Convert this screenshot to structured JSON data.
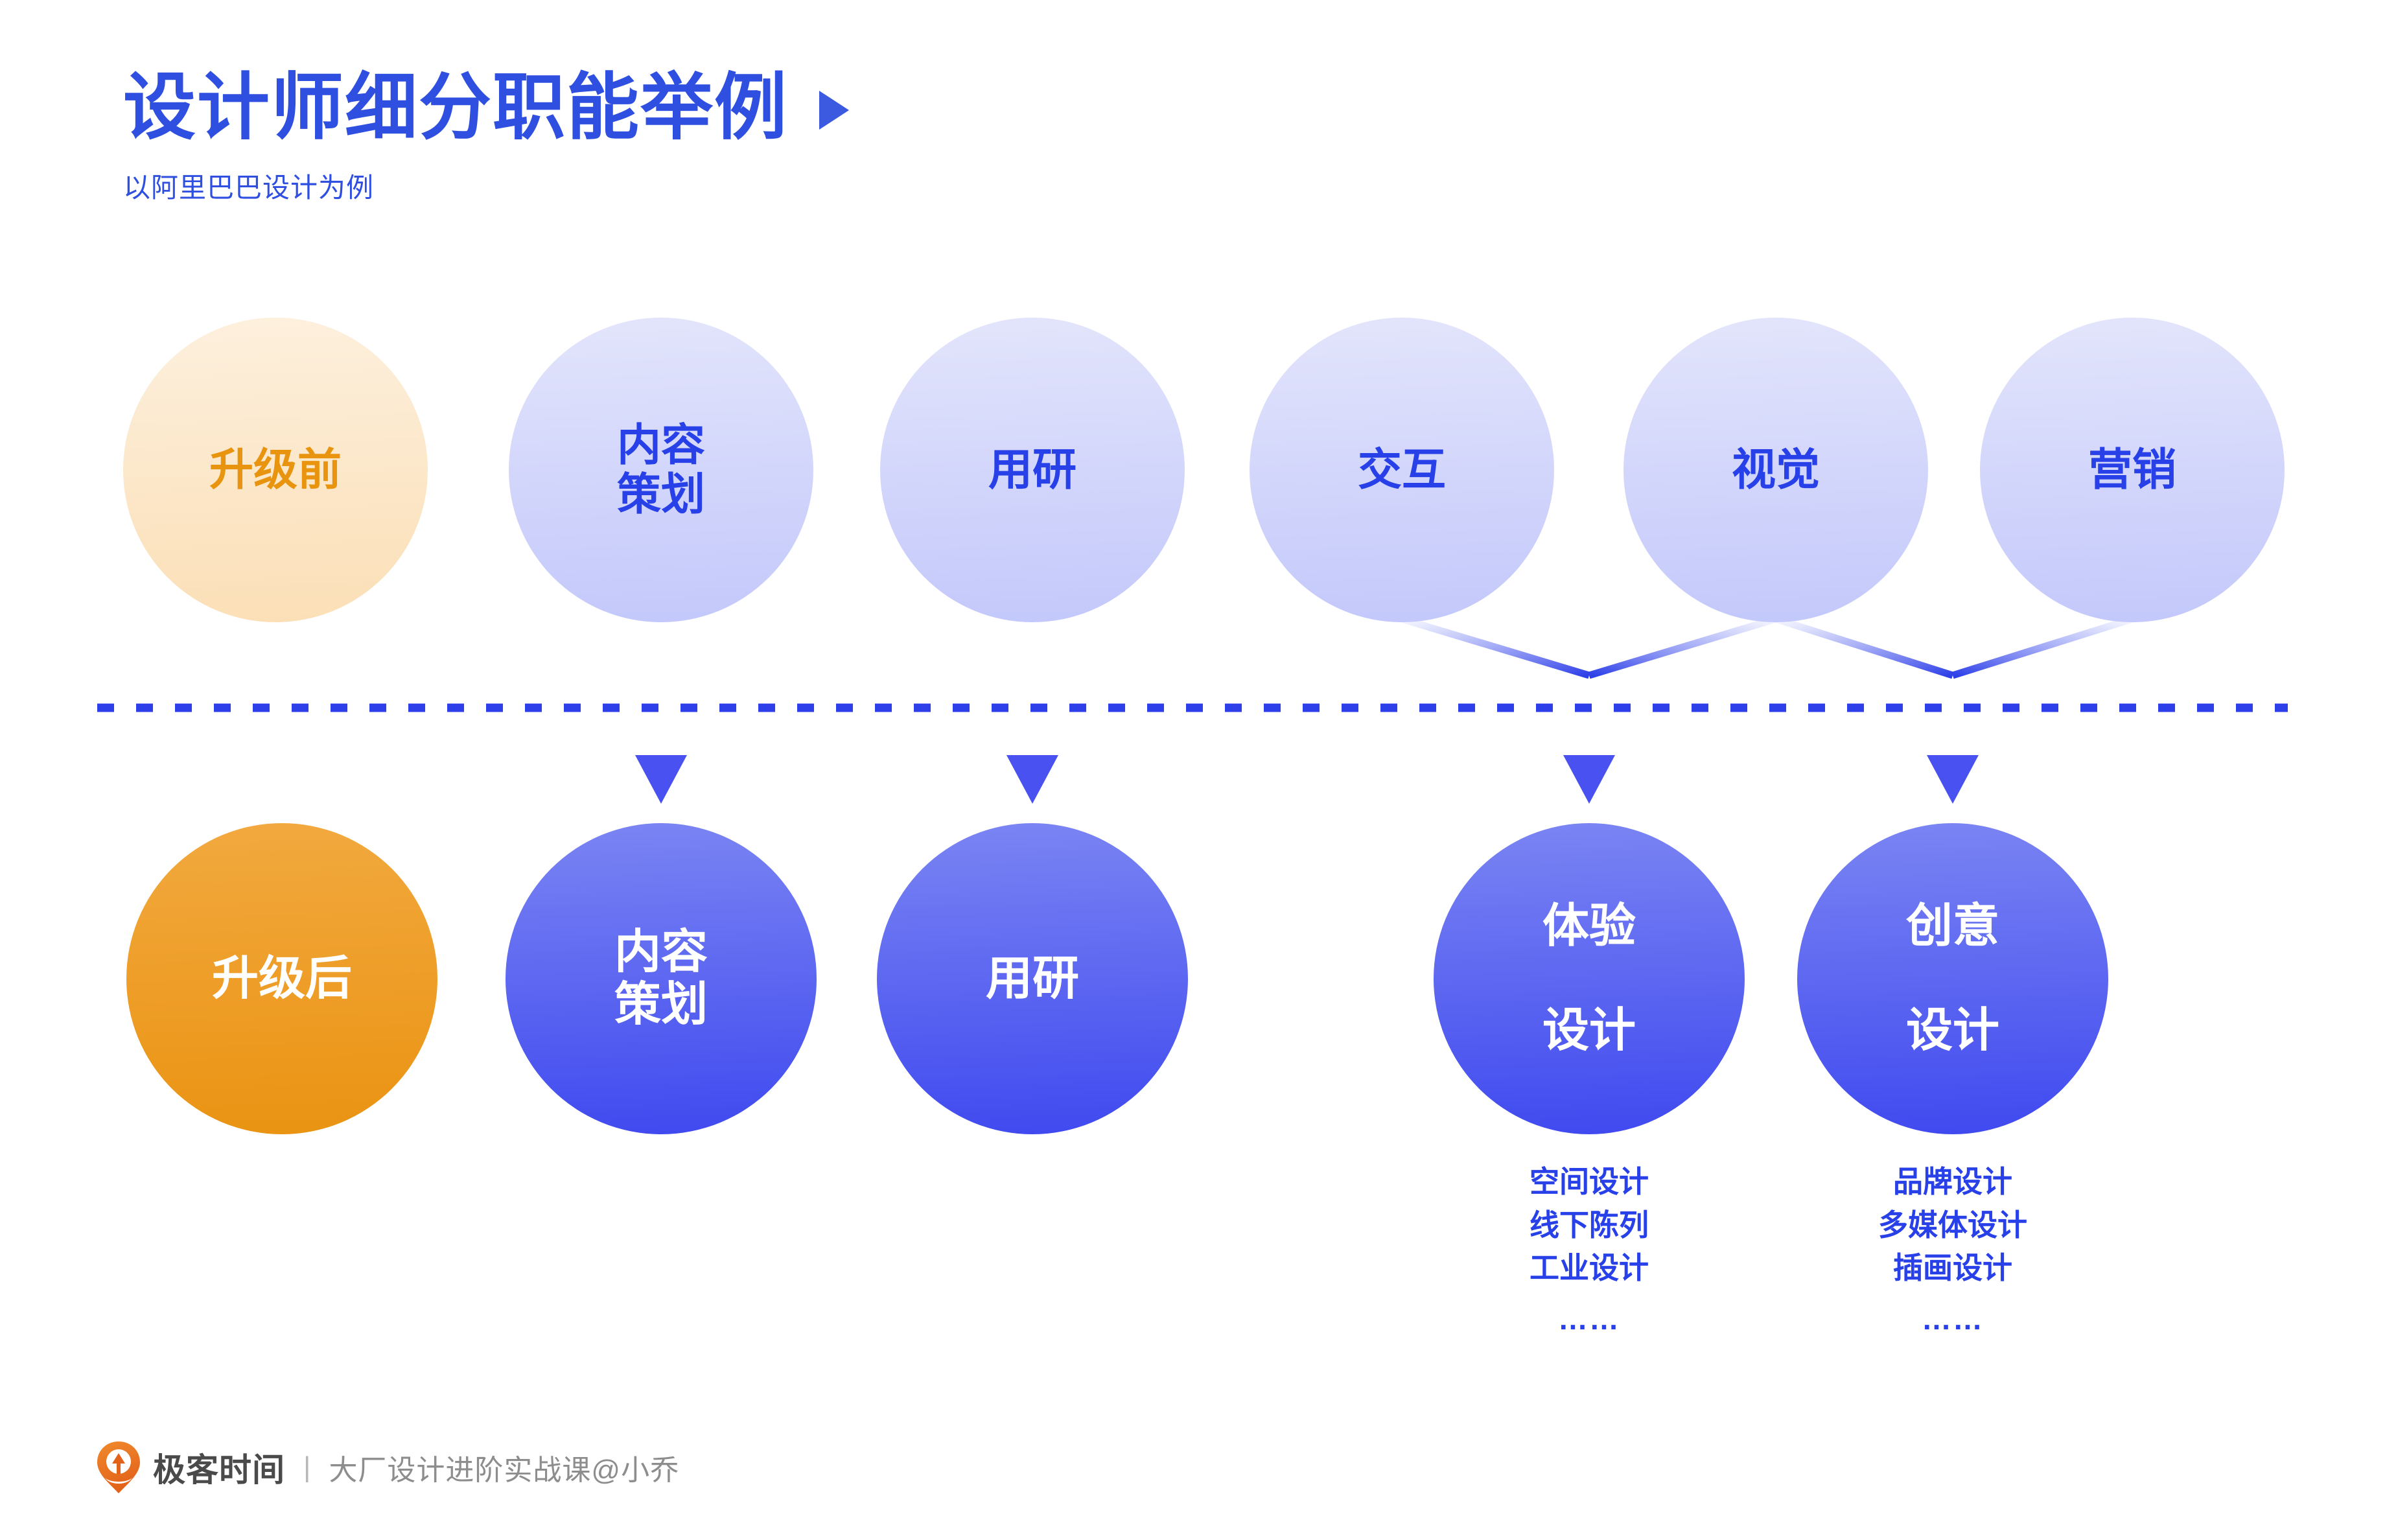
{
  "header": {
    "title": "设计师细分职能举例",
    "play_icon": "play-triangle-icon",
    "subtitle": "以阿里巴巴设计为例"
  },
  "colors": {
    "brand_blue": "#2840e8",
    "accent_orange": "#e8940f",
    "dashed_line": "#2d3fe8",
    "arrow": "#3f49ef"
  },
  "diagram": {
    "divider": "dashed-divider",
    "before_row": {
      "label_node": {
        "text": "升级前",
        "fill": "peach",
        "text_color": "#e8940f"
      },
      "nodes": [
        {
          "text": "内容\n策划",
          "line1": "内容",
          "line2": "策划"
        },
        {
          "text": "用研",
          "line1": "用研",
          "line2": ""
        },
        {
          "text": "交互",
          "line1": "交互",
          "line2": ""
        },
        {
          "text": "视觉",
          "line1": "视觉",
          "line2": ""
        },
        {
          "text": "营销",
          "line1": "营销",
          "line2": ""
        }
      ]
    },
    "after_row": {
      "label_node": {
        "text": "升级后",
        "fill": "orange",
        "text_color": "#ffffff"
      },
      "nodes": [
        {
          "line1": "内容",
          "line2": "策划",
          "sublist": []
        },
        {
          "line1": "用研",
          "line2": "",
          "sublist": []
        },
        {
          "line1": "体验",
          "line2": "设计",
          "sublist": [
            "空间设计",
            "线下陈列",
            "工业设计"
          ],
          "ellipsis": "……"
        },
        {
          "line1": "创意",
          "line2": "设计",
          "sublist": [
            "品牌设计",
            "多媒体设计",
            "插画设计"
          ],
          "ellipsis": "……"
        }
      ]
    },
    "connections": [
      {
        "from": "内容策划",
        "to": "内容策划",
        "type": "straight"
      },
      {
        "from": "用研",
        "to": "用研",
        "type": "straight"
      },
      {
        "from": [
          "交互",
          "视觉"
        ],
        "to": "体验设计",
        "type": "merge"
      },
      {
        "from": [
          "视觉",
          "营销"
        ],
        "to": "创意设计",
        "type": "merge"
      }
    ]
  },
  "footer": {
    "logo_icon": "geekbang-pin-logo-icon",
    "brand": "极客时间",
    "separator": "|",
    "note": "大厂设计进阶实战课@小乔"
  }
}
